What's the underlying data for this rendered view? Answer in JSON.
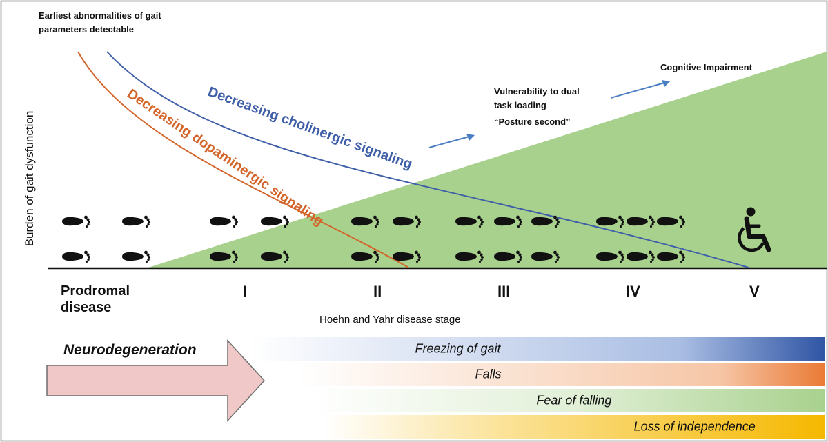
{
  "annotations": {
    "earliest": [
      "Earliest abnormalities of gait",
      "parameters detectable"
    ],
    "dual_task": [
      "Vulnerability to dual",
      "task loading"
    ],
    "posture": "“Posture second”",
    "cognitive": "Cognitive Impairment"
  },
  "curves": {
    "cholinergic": "Decreasing cholinergic signaling",
    "dopaminergic": "Decreasing dopaminergic signaling"
  },
  "axis": {
    "ylabel": "Burden of gait dysfunction",
    "xlabel": "Hoehn and Yahr disease stage",
    "stages": [
      "Prodromal disease",
      "I",
      "II",
      "III",
      "IV",
      "V"
    ]
  },
  "neurodegeneration": "Neurodegeneration",
  "bars": [
    {
      "label": "Freezing of gait",
      "color": "#2f55a4"
    },
    {
      "label": "Falls",
      "color": "#ea7a35"
    },
    {
      "label": "Fear of falling",
      "color": "#a9d18e"
    },
    {
      "label": "Loss of independence",
      "color": "#f5b800"
    }
  ],
  "colors": {
    "triangle": "#a9d18e",
    "cholinergic": "#3f5fa8",
    "dopaminergic": "#d4652a",
    "annotation_arrow": "#4a7fc4",
    "big_arrow": "#f0c8c8"
  },
  "icons": {
    "footprint": "footprint-icon",
    "wheelchair": "wheelchair-icon"
  }
}
